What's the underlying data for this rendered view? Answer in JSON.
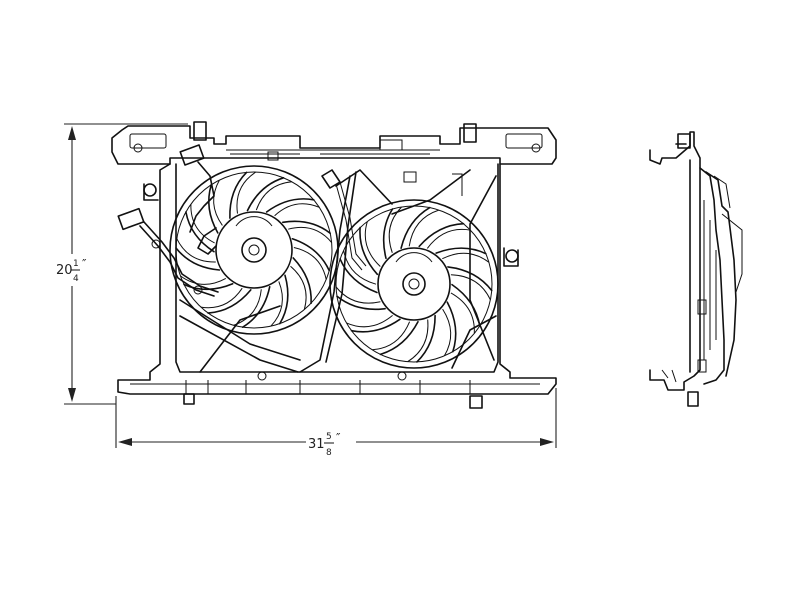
{
  "dimensions": {
    "height": {
      "whole": "20",
      "num": "1",
      "den": "4",
      "unit": "″"
    },
    "width": {
      "whole": "31",
      "num": "5",
      "den": "8",
      "unit": "″"
    }
  }
}
